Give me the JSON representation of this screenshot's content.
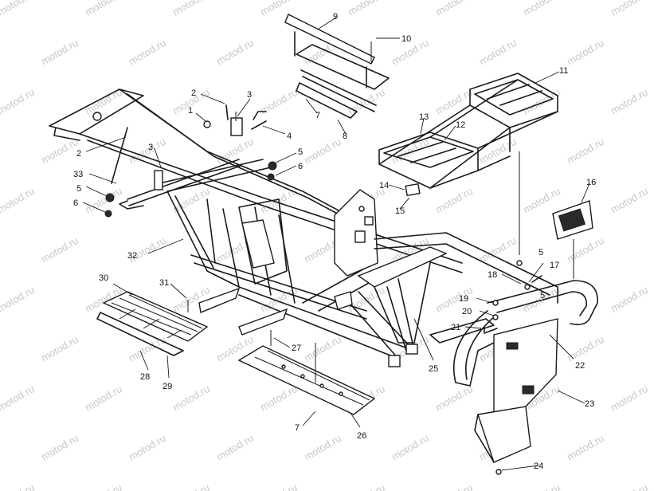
{
  "watermark": "motod.ru",
  "callouts": {
    "n1": "1",
    "n2a": "2",
    "n2b": "2",
    "n3a": "3",
    "n3b": "3",
    "n4": "4",
    "n5a": "5",
    "n5b": "5",
    "n5c": "5",
    "n5d": "5",
    "n6a": "6",
    "n6b": "6",
    "n7a": "7",
    "n7b": "7",
    "n8": "8",
    "n9": "9",
    "n10": "10",
    "n11": "11",
    "n12": "12",
    "n13": "13",
    "n14": "14",
    "n15": "15",
    "n16": "16",
    "n17": "17",
    "n18": "18",
    "n19": "19",
    "n20": "20",
    "n21": "21",
    "n22": "22",
    "n23": "23",
    "n24": "24",
    "n25": "25",
    "n26": "26",
    "n27": "27",
    "n28": "28",
    "n29": "29",
    "n30": "30",
    "n31": "31",
    "n32": "32",
    "n33": "33"
  }
}
